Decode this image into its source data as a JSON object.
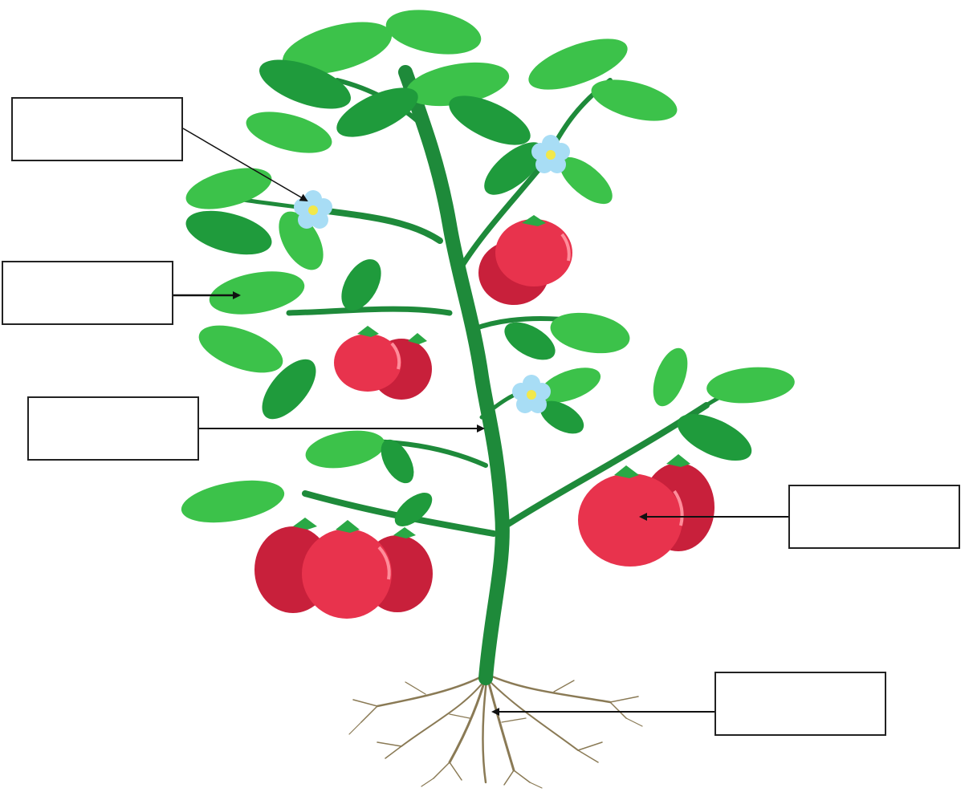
{
  "diagram": {
    "colors": {
      "stem": "#1e8a3a",
      "leaf_light": "#3cc24a",
      "leaf_dark": "#1f9b3c",
      "tomato": "#e8334d",
      "tomato_dark": "#c8203b",
      "tomato_highlight": "#ff8c9a",
      "flower_petal": "#a8ddf5",
      "flower_center": "#f2e84a",
      "root": "#8a7a55",
      "arrow": "#111111",
      "box_border": "#222222"
    },
    "label_boxes": [
      {
        "part": "flower",
        "text": ""
      },
      {
        "part": "leaf",
        "text": ""
      },
      {
        "part": "stem",
        "text": ""
      },
      {
        "part": "fruit",
        "text": ""
      },
      {
        "part": "root",
        "text": ""
      }
    ]
  }
}
